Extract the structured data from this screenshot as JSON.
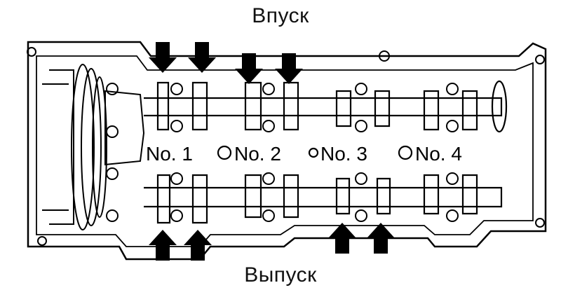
{
  "labels": {
    "intake": "Впуск",
    "exhaust": "Выпуск"
  },
  "cylinders": [
    "No. 1",
    "No. 2",
    "No. 3",
    "No. 4"
  ],
  "intake_arrow_count": 4,
  "exhaust_arrow_count": 4,
  "colors": {
    "line": "#000000",
    "background": "#ffffff"
  }
}
